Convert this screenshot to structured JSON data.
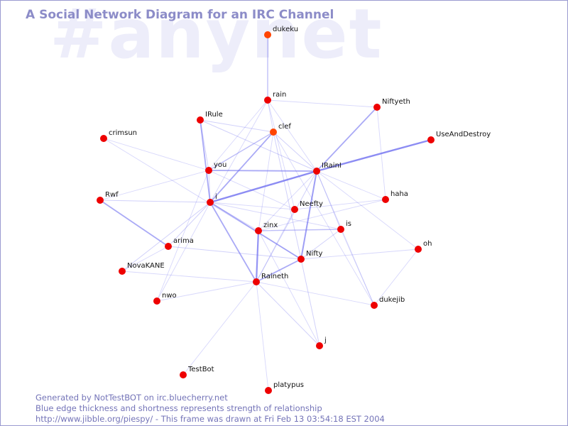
{
  "watermark": "#anynet",
  "title": "A Social Network Diagram for an IRC Channel",
  "colors": {
    "node": "#ee0000",
    "node_highlight": "#ff4400",
    "edge": "#6f6ff0",
    "title": "#8c8cc8",
    "footer": "#7474b8",
    "watermark": "#ededfa"
  },
  "nodes": [
    {
      "id": "dukeku",
      "label": "dukeku",
      "highlight": true
    },
    {
      "id": "rain",
      "label": "rain"
    },
    {
      "id": "Niftyeth",
      "label": "Niftyeth"
    },
    {
      "id": "IRule",
      "label": "IRule"
    },
    {
      "id": "clef",
      "label": "clef",
      "highlight": true
    },
    {
      "id": "crimsun",
      "label": "crimsun"
    },
    {
      "id": "UseAndDestroy",
      "label": "UseAndDestroy"
    },
    {
      "id": "you",
      "label": "you"
    },
    {
      "id": "IRainI",
      "label": "IRainI"
    },
    {
      "id": "Rwf",
      "label": "Rwf"
    },
    {
      "id": "i",
      "label": "i"
    },
    {
      "id": "haha",
      "label": "haha"
    },
    {
      "id": "Neefty",
      "label": "Neefty"
    },
    {
      "id": "zinx",
      "label": "zinx"
    },
    {
      "id": "is",
      "label": "is"
    },
    {
      "id": "arima",
      "label": "arima"
    },
    {
      "id": "oh",
      "label": "oh"
    },
    {
      "id": "Nifty",
      "label": "Nifty"
    },
    {
      "id": "NovaKANE",
      "label": "NovaKANE"
    },
    {
      "id": "Raineth",
      "label": "Raineth"
    },
    {
      "id": "nwo",
      "label": "nwo"
    },
    {
      "id": "dukejib",
      "label": "dukejib"
    },
    {
      "id": "j",
      "label": "j"
    },
    {
      "id": "TestBot",
      "label": "TestBot"
    },
    {
      "id": "platypus",
      "label": "platypus"
    }
  ],
  "edges": [
    {
      "from": "dukeku",
      "to": "rain",
      "weight": 1.4
    },
    {
      "from": "rain",
      "to": "Niftyeth",
      "weight": 0.9
    },
    {
      "from": "rain",
      "to": "clef",
      "weight": 0.9
    },
    {
      "from": "rain",
      "to": "you",
      "weight": 0.9
    },
    {
      "from": "rain",
      "to": "i",
      "weight": 0.9
    },
    {
      "from": "rain",
      "to": "IRainI",
      "weight": 0.9
    },
    {
      "from": "rain",
      "to": "Neefty",
      "weight": 0.9
    },
    {
      "from": "Niftyeth",
      "to": "IRainI",
      "weight": 1.8
    },
    {
      "from": "Niftyeth",
      "to": "haha",
      "weight": 0.9
    },
    {
      "from": "IRule",
      "to": "clef",
      "weight": 1.0
    },
    {
      "from": "IRule",
      "to": "i",
      "weight": 1.8
    },
    {
      "from": "IRule",
      "to": "IRainI",
      "weight": 1.0
    },
    {
      "from": "IRule",
      "to": "you",
      "weight": 1.0
    },
    {
      "from": "clef",
      "to": "you",
      "weight": 1.4
    },
    {
      "from": "clef",
      "to": "i",
      "weight": 1.8
    },
    {
      "from": "clef",
      "to": "IRainI",
      "weight": 1.0
    },
    {
      "from": "clef",
      "to": "Nifty",
      "weight": 1.0
    },
    {
      "from": "clef",
      "to": "zinx",
      "weight": 0.9
    },
    {
      "from": "clef",
      "to": "dukejib",
      "weight": 0.9
    },
    {
      "from": "crimsun",
      "to": "you",
      "weight": 0.9
    },
    {
      "from": "crimsun",
      "to": "Nifty",
      "weight": 0.9
    },
    {
      "from": "UseAndDestroy",
      "to": "IRainI",
      "weight": 2.4
    },
    {
      "from": "you",
      "to": "IRainI",
      "weight": 1.8
    },
    {
      "from": "you",
      "to": "Rwf",
      "weight": 0.9
    },
    {
      "from": "you",
      "to": "i",
      "weight": 1.0
    },
    {
      "from": "you",
      "to": "Neefty",
      "weight": 0.9
    },
    {
      "from": "you",
      "to": "nwo",
      "weight": 0.9
    },
    {
      "from": "IRainI",
      "to": "i",
      "weight": 2.4
    },
    {
      "from": "IRainI",
      "to": "haha",
      "weight": 0.9
    },
    {
      "from": "IRainI",
      "to": "zinx",
      "weight": 0.9
    },
    {
      "from": "IRainI",
      "to": "Nifty",
      "weight": 2.0
    },
    {
      "from": "IRainI",
      "to": "is",
      "weight": 1.0
    },
    {
      "from": "IRainI",
      "to": "Raineth",
      "weight": 1.0
    },
    {
      "from": "IRainI",
      "to": "oh",
      "weight": 0.9
    },
    {
      "from": "IRainI",
      "to": "dukejib",
      "weight": 0.9
    },
    {
      "from": "Rwf",
      "to": "i",
      "weight": 1.0
    },
    {
      "from": "Rwf",
      "to": "arima",
      "weight": 1.8
    },
    {
      "from": "i",
      "to": "Neefty",
      "weight": 0.9
    },
    {
      "from": "i",
      "to": "Nifty",
      "weight": 1.8
    },
    {
      "from": "i",
      "to": "Raineth",
      "weight": 1.8
    },
    {
      "from": "i",
      "to": "arima",
      "weight": 1.0
    },
    {
      "from": "i",
      "to": "NovaKANE",
      "weight": 1.0
    },
    {
      "from": "i",
      "to": "is",
      "weight": 0.9
    },
    {
      "from": "i",
      "to": "zinx",
      "weight": 0.9
    },
    {
      "from": "i",
      "to": "nwo",
      "weight": 0.9
    },
    {
      "from": "haha",
      "to": "Neefty",
      "weight": 0.9
    },
    {
      "from": "haha",
      "to": "zinx",
      "weight": 0.9
    },
    {
      "from": "Neefty",
      "to": "Raineth",
      "weight": 0.9
    },
    {
      "from": "zinx",
      "to": "is",
      "weight": 1.4
    },
    {
      "from": "zinx",
      "to": "Raineth",
      "weight": 2.2
    },
    {
      "from": "zinx",
      "to": "j",
      "weight": 0.9
    },
    {
      "from": "is",
      "to": "Nifty",
      "weight": 1.0
    },
    {
      "from": "is",
      "to": "dukejib",
      "weight": 0.9
    },
    {
      "from": "arima",
      "to": "Nifty",
      "weight": 1.0
    },
    {
      "from": "arima",
      "to": "NovaKANE",
      "weight": 0.9
    },
    {
      "from": "oh",
      "to": "Nifty",
      "weight": 0.9
    },
    {
      "from": "oh",
      "to": "dukejib",
      "weight": 0.9
    },
    {
      "from": "Nifty",
      "to": "Raineth",
      "weight": 1.8
    },
    {
      "from": "Nifty",
      "to": "j",
      "weight": 1.0
    },
    {
      "from": "NovaKANE",
      "to": "Raineth",
      "weight": 0.9
    },
    {
      "from": "Raineth",
      "to": "nwo",
      "weight": 0.9
    },
    {
      "from": "Raineth",
      "to": "dukejib",
      "weight": 0.9
    },
    {
      "from": "Raineth",
      "to": "j",
      "weight": 1.0
    },
    {
      "from": "Raineth",
      "to": "TestBot",
      "weight": 0.9
    },
    {
      "from": "Raineth",
      "to": "platypus",
      "weight": 0.9
    }
  ],
  "footer": {
    "line1": "Generated by NotTestBOT on irc.bluecherry.net",
    "line2": "Blue edge thickness and shortness represents strength of relationship",
    "line3": "http://www.jibble.org/piespy/ - This frame was drawn at Fri Feb 13 03:54:18 EST 2004"
  }
}
